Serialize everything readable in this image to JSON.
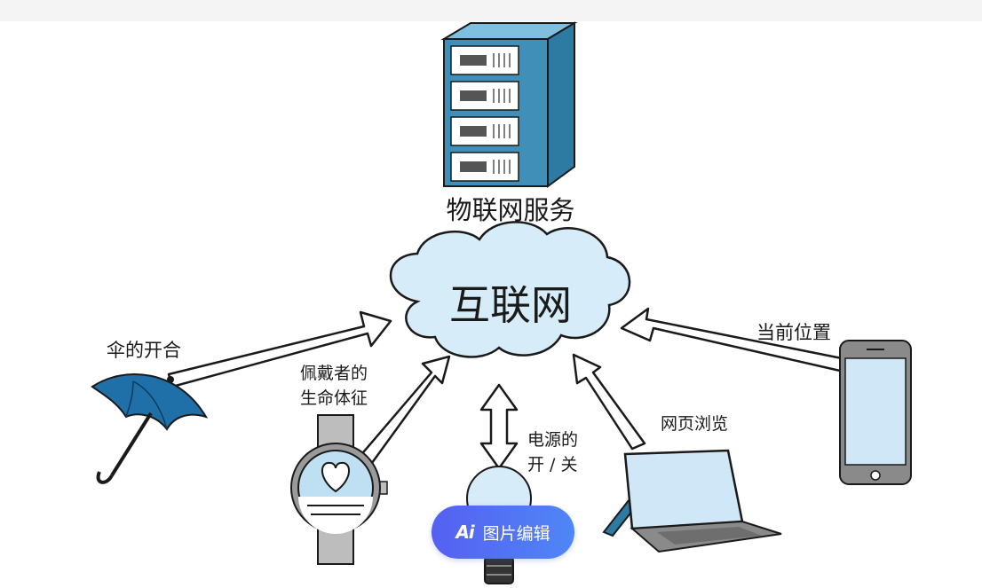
{
  "labels": {
    "server": "物联网服务",
    "cloud": "互联网",
    "umbrella": "伞的开合",
    "watch_line1": "佩戴者的",
    "watch_line2": "生命体征",
    "bulb_line1": "电源的",
    "bulb_line2": "开 / 关",
    "laptop": "网页浏览",
    "phone": "当前位置"
  },
  "edit_button": {
    "icon": "Ai",
    "label": "图片编辑"
  },
  "colors": {
    "server_blue": "#3f8fb8",
    "cloud_fill": "#d6ecf8",
    "umbrella_blue": "#1f6fa8",
    "device_gray": "#8a8a8a",
    "screen_blue": "#cfe7f6"
  }
}
